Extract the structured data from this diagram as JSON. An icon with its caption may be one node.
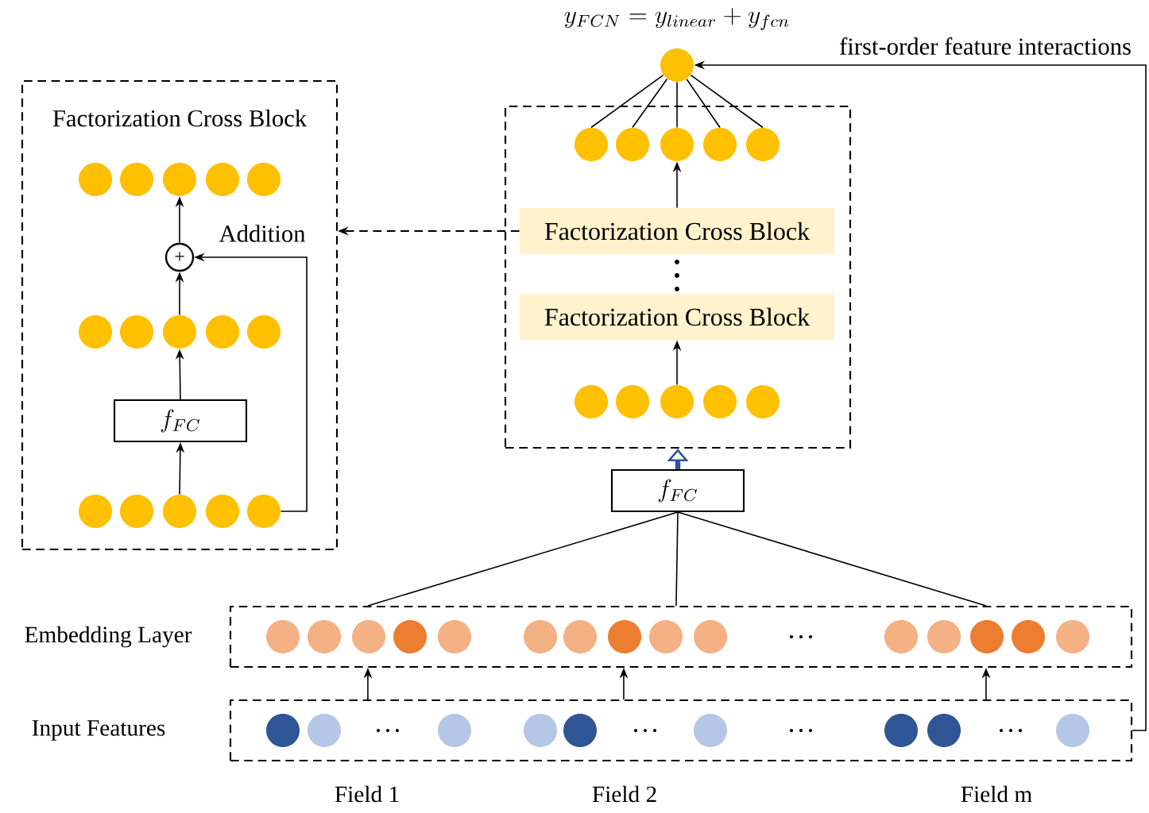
{
  "diagram": {
    "nodes": [
      {
        "text": [],
        "shape": "circle",
        "beside": [
          "y_{FCN} = y_{linear} + y_{fcn}"
        ]
      },
      {
        "text": [],
        "shape": "box"
      },
      {
        "text": [],
        "shape": "circle",
        "in": 1
      },
      {
        "text": [],
        "shape": "circle",
        "in": 1
      },
      {
        "text": [],
        "shape": "circle",
        "in": 1
      },
      {
        "text": [],
        "shape": "circle",
        "in": 1
      },
      {
        "text": [],
        "shape": "circle",
        "in": 1
      },
      {
        "text": [
          "Factorization Cross Block"
        ],
        "in": 1
      },
      {
        "text": [
          "Factorization Cross Block"
        ],
        "in": 1
      },
      {
        "text": [],
        "shape": "circle",
        "in": 1
      },
      {
        "text": [],
        "shape": "circle",
        "in": 1
      },
      {
        "text": [],
        "shape": "circle",
        "in": 1
      },
      {
        "text": [],
        "shape": "circle",
        "in": 1
      },
      {
        "text": [],
        "shape": "circle",
        "in": 1
      },
      {
        "text": [
          "Factorization Cross Block"
        ]
      },
      {
        "text": [],
        "shape": "circle",
        "in": 14
      },
      {
        "text": [],
        "shape": "circle",
        "in": 14
      },
      {
        "text": [],
        "shape": "circle",
        "in": 14
      },
      {
        "text": [],
        "shape": "circle",
        "in": 14
      },
      {
        "text": [],
        "shape": "circle",
        "in": 14
      },
      {
        "text": [
          "+"
        ],
        "in": 14
      },
      {
        "text": [],
        "shape": "circle",
        "in": 14
      },
      {
        "text": [],
        "shape": "circle",
        "in": 14
      },
      {
        "text": [],
        "shape": "circle",
        "in": 14
      },
      {
        "text": [],
        "shape": "circle",
        "in": 14
      },
      {
        "text": [],
        "shape": "circle",
        "in": 14
      },
      {
        "text": [
          "f_{FC}"
        ],
        "in": 14
      },
      {
        "text": [],
        "shape": "circle",
        "in": 14
      },
      {
        "text": [],
        "shape": "circle",
        "in": 14
      },
      {
        "text": [],
        "shape": "circle",
        "in": 14
      },
      {
        "text": [],
        "shape": "circle",
        "in": 14
      },
      {
        "text": [],
        "shape": "circle",
        "in": 14
      },
      {
        "text": [
          "f_{FC}"
        ]
      },
      {
        "text": [],
        "shape": "box",
        "beside": [
          "Embedding Layer"
        ]
      },
      {
        "text": [],
        "shape": "circle",
        "in": 33
      },
      {
        "text": [],
        "shape": "circle",
        "in": 33
      },
      {
        "text": [],
        "shape": "circle",
        "in": 33
      },
      {
        "text": [],
        "shape": "circle",
        "in": 33
      },
      {
        "text": [],
        "shape": "circle",
        "in": 33
      },
      {
        "text": [],
        "shape": "circle",
        "in": 33
      },
      {
        "text": [],
        "shape": "circle",
        "in": 33
      },
      {
        "text": [],
        "shape": "circle",
        "in": 33
      },
      {
        "text": [],
        "shape": "circle",
        "in": 33
      },
      {
        "text": [],
        "shape": "circle",
        "in": 33
      },
      {
        "text": [],
        "shape": "circle",
        "in": 33
      },
      {
        "text": [],
        "shape": "circle",
        "in": 33
      },
      {
        "text": [],
        "shape": "circle",
        "in": 33
      },
      {
        "text": [],
        "shape": "circle",
        "in": 33
      },
      {
        "text": [],
        "shape": "circle",
        "in": 33
      },
      {
        "text": [],
        "shape": "box",
        "beside": [
          "Input Features"
        ]
      },
      {
        "text": [],
        "shape": "circle",
        "in": 49
      },
      {
        "text": [],
        "shape": "circle",
        "in": 49
      },
      {
        "text": [],
        "shape": "circle",
        "in": 49
      },
      {
        "text": [],
        "shape": "circle",
        "in": 49
      },
      {
        "text": [],
        "shape": "circle",
        "in": 49
      },
      {
        "text": [],
        "shape": "circle",
        "in": 49
      },
      {
        "text": [],
        "shape": "circle",
        "in": 49
      },
      {
        "text": [],
        "shape": "circle",
        "in": 49
      },
      {
        "text": [],
        "shape": "circle",
        "in": 49
      }
    ],
    "edges": [
      {
        "from": 2,
        "to": 0,
        "arrow": "none"
      },
      {
        "from": 3,
        "to": 0,
        "arrow": "none"
      },
      {
        "from": 4,
        "to": 0,
        "arrow": "none"
      },
      {
        "from": 5,
        "to": 0,
        "arrow": "none"
      },
      {
        "from": 6,
        "to": 0,
        "arrow": "none"
      },
      {
        "from": 7,
        "to": 4,
        "arrow": "to"
      },
      {
        "from": 11,
        "to": 8,
        "arrow": "to"
      },
      {
        "from": 32,
        "to": 1,
        "arrow": "to",
        "style": "thick",
        "color": "#2f5597"
      },
      {
        "from": 7,
        "to": 14,
        "arrow": "to",
        "style": "dashed"
      },
      {
        "from": 20,
        "to": 17,
        "arrow": "to"
      },
      {
        "from": 23,
        "to": 20,
        "arrow": "to"
      },
      {
        "from": 26,
        "to": 23,
        "arrow": "to"
      },
      {
        "from": 29,
        "to": 26,
        "arrow": "to"
      },
      {
        "from": 31,
        "to": 20,
        "arrow": "to",
        "label": "Addition"
      },
      {
        "from": 33,
        "to": 32,
        "arrow": "none"
      },
      {
        "from": 33,
        "to": 32,
        "arrow": "none"
      },
      {
        "from": 33,
        "to": 32,
        "arrow": "none"
      },
      {
        "from": 49,
        "to": 33,
        "arrow": "to"
      },
      {
        "from": 49,
        "to": 33,
        "arrow": "to"
      },
      {
        "from": 49,
        "to": 33,
        "arrow": "to"
      },
      {
        "from": 49,
        "to": 0,
        "arrow": "to",
        "label": "first-order feature interactions"
      }
    ],
    "labels": [
      "Field 1",
      "Field 2",
      "Field m"
    ]
  }
}
